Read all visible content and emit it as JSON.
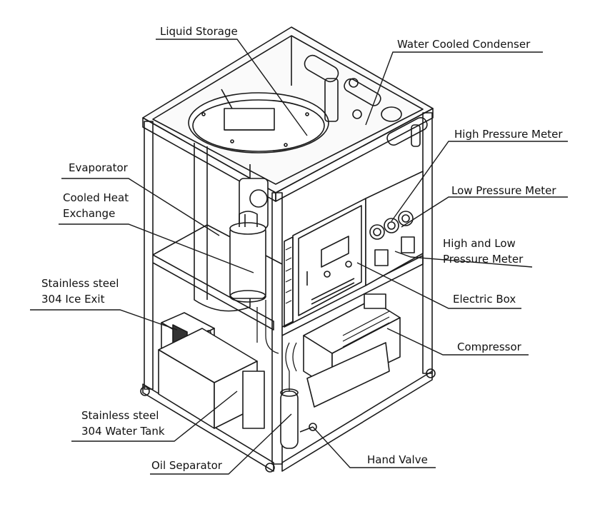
{
  "diagram": {
    "labels": {
      "liquid_storage": "Liquid Storage",
      "water_cooled_condenser": "Water Cooled Condenser",
      "high_pressure_meter": "High Pressure Meter",
      "low_pressure_meter": "Low Pressure Meter",
      "high_low_pressure_meter_line1": "High and Low",
      "high_low_pressure_meter_line2": "Pressure Meter",
      "electric_box": "Electric Box",
      "compressor": "Compressor",
      "hand_valve": "Hand Valve",
      "oil_separator": "Oil Separator",
      "water_tank_line1": "Stainless steel",
      "water_tank_line2": "304 Water Tank",
      "ice_exit_line1": "Stainless steel",
      "ice_exit_line2": "304 Ice Exit",
      "cooled_heat_exchange_line1": "Cooled Heat",
      "cooled_heat_exchange_line2": "Exchange",
      "evaporator": "Evaporator"
    },
    "colors": {
      "line": "#1a1a1a",
      "frame_fill": "#f2f2f2",
      "background": "#ffffff"
    }
  }
}
